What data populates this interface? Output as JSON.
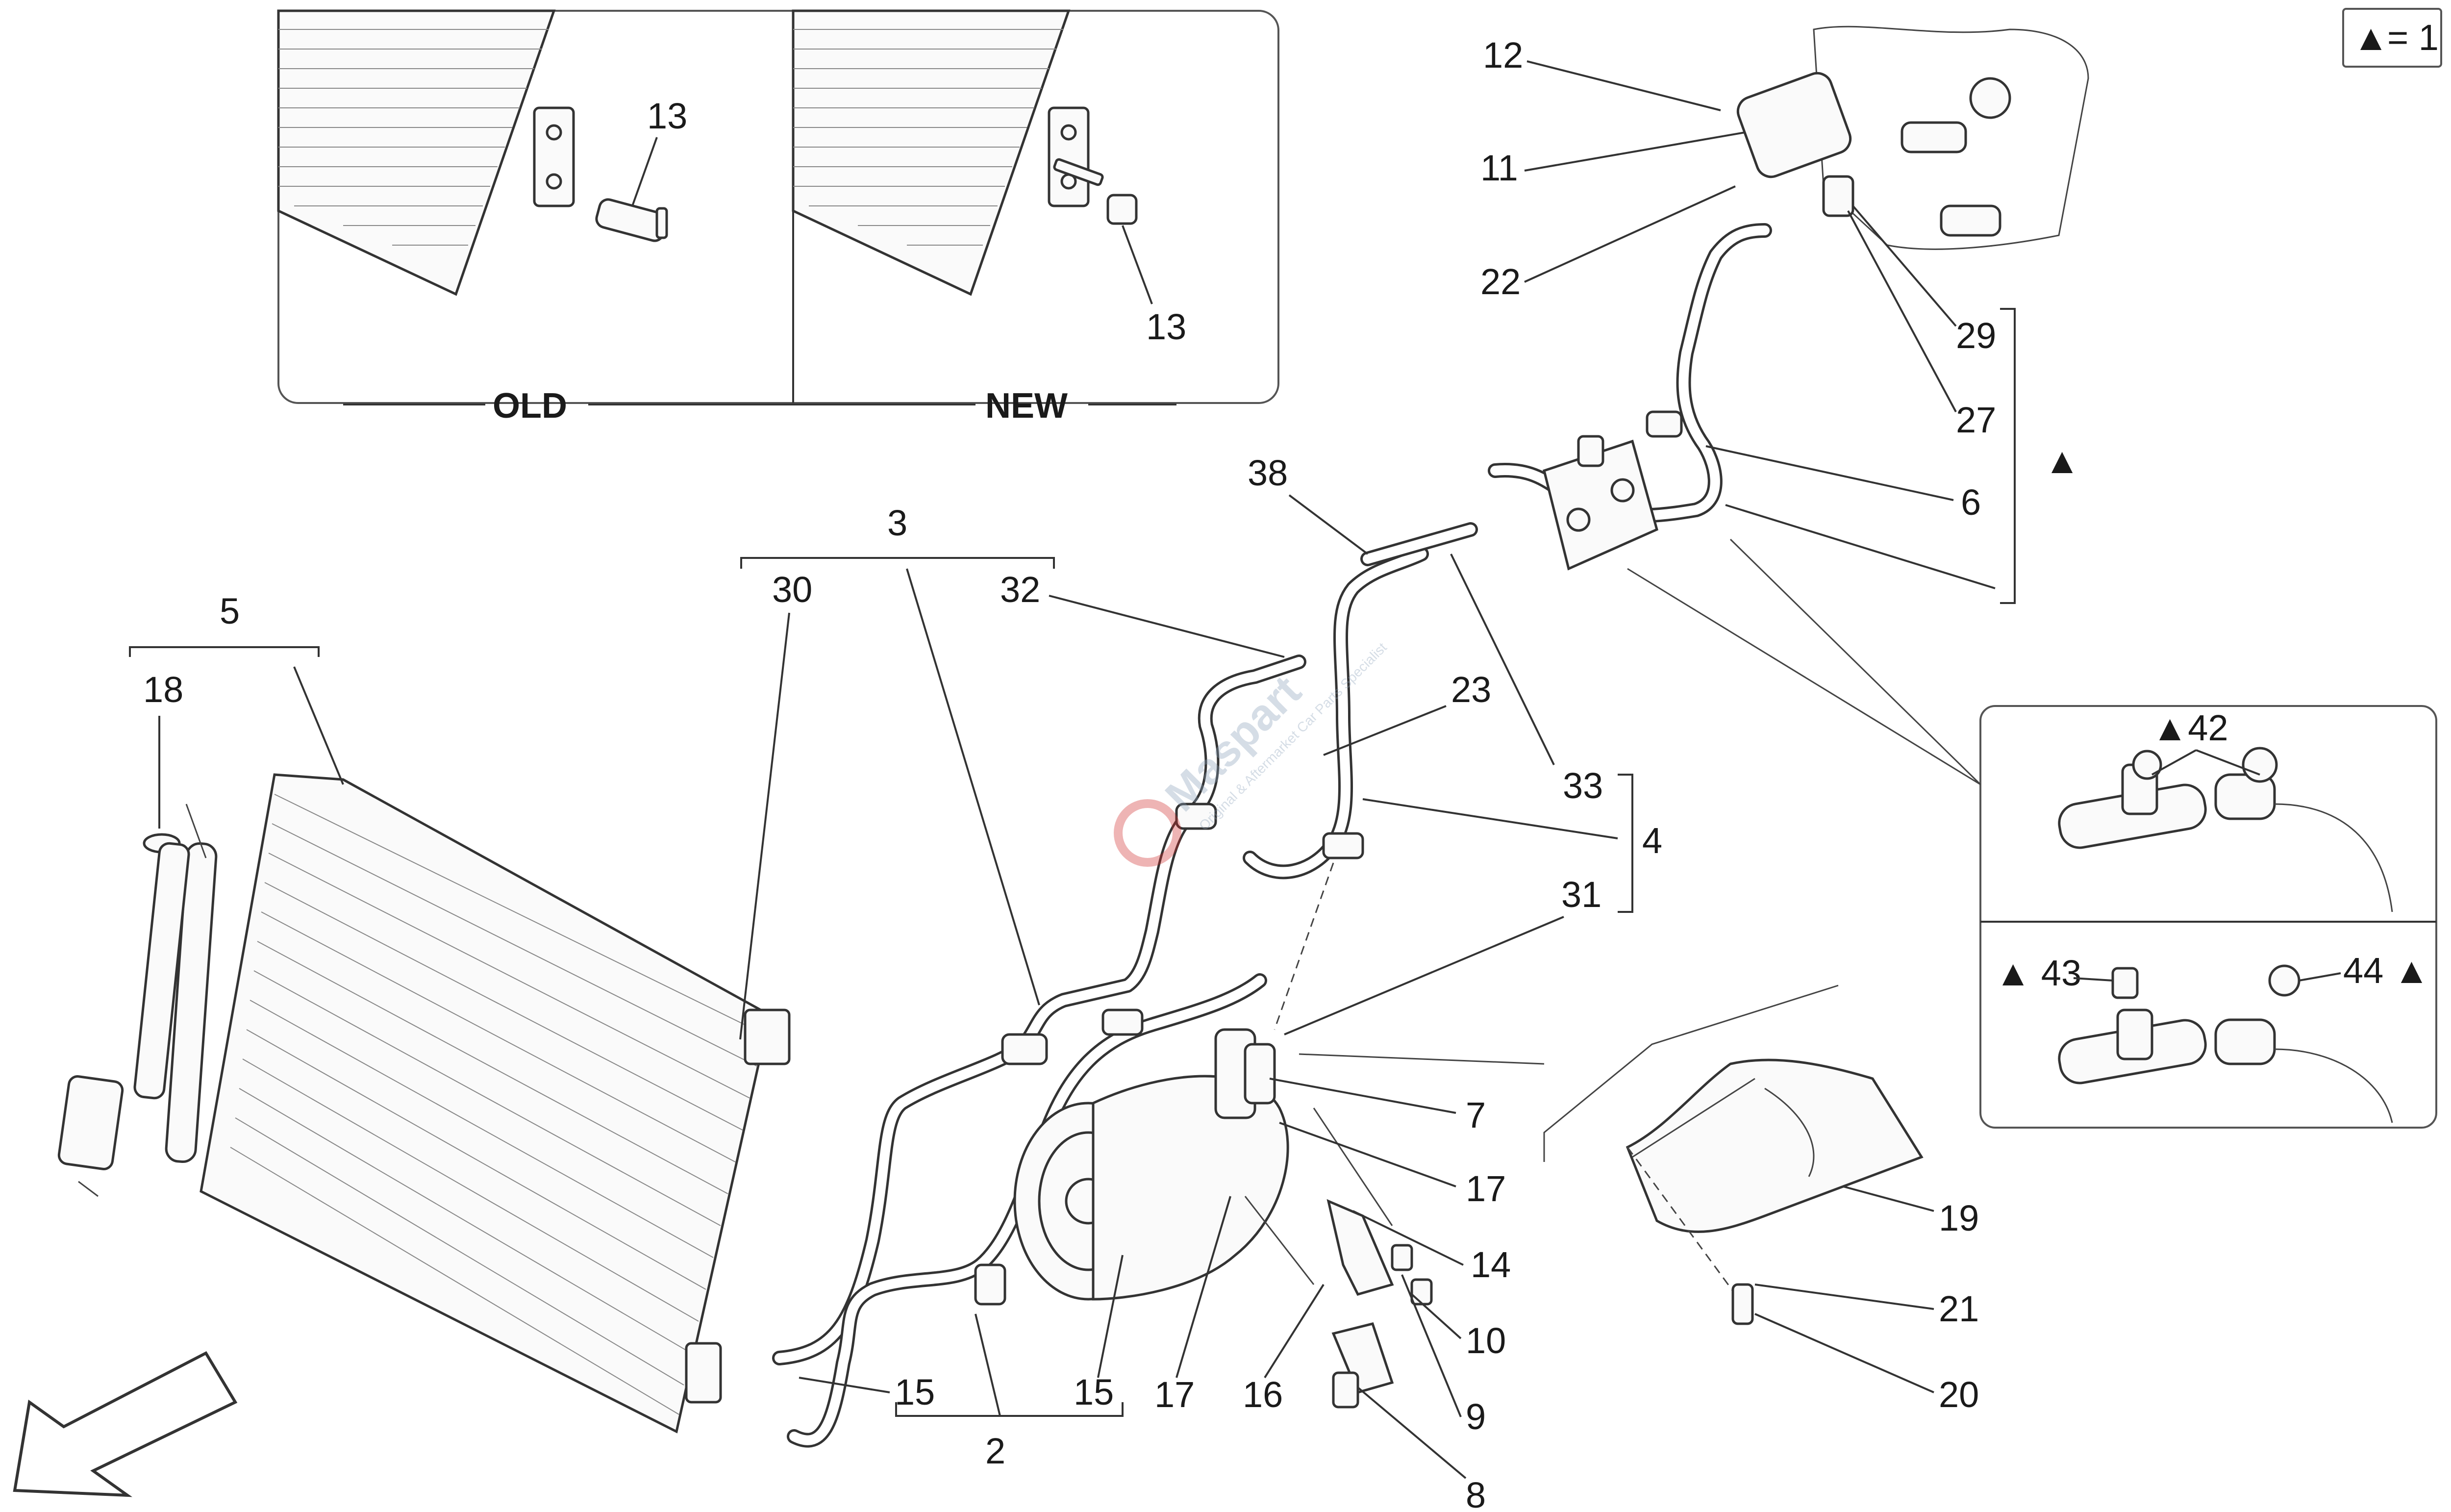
{
  "legend": {
    "symbol": "▲",
    "text": "= 1"
  },
  "inset_old_new": {
    "old_label": "OLD",
    "new_label": "NEW",
    "callout_old": "13",
    "callout_new": "13"
  },
  "inset_kits": {
    "kit_42": "▲42",
    "kit_43": "▲ 43",
    "kit_44": "44 ▲"
  },
  "groups": {
    "g3": "3",
    "g5": "5",
    "g2": "2",
    "g4": "4",
    "g_triangle": "▲"
  },
  "callouts": {
    "c12": "12",
    "c11": "11",
    "c22": "22",
    "c29": "29",
    "c27": "27",
    "c6": "6",
    "c38": "38",
    "c30": "30",
    "c32": "32",
    "c18": "18",
    "c23": "23",
    "c33": "33",
    "c31": "31",
    "c7": "7",
    "c17a": "17",
    "c14": "14",
    "c10": "10",
    "c9": "9",
    "c8": "8",
    "c16": "16",
    "c17b": "17",
    "c15a": "15",
    "c15b": "15",
    "c19": "19",
    "c21": "21",
    "c20": "20"
  },
  "watermark": {
    "brand": "Maspart",
    "tagline": "Original & Aftermarket Car Parts Specialist"
  }
}
